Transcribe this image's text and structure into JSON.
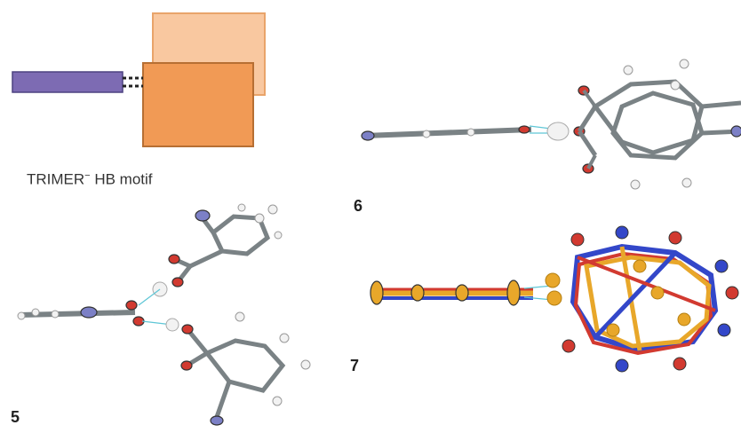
{
  "motif": {
    "caption_main": "TRIMER",
    "caption_sup": "−",
    "caption_rest": " HB motif",
    "colors": {
      "bar": "#7d6bb3",
      "front_box": "#f19a55",
      "back_box": "#f9c8a0",
      "box_edge": "#c97b3b"
    }
  },
  "labels": {
    "l5": "5",
    "l6": "6",
    "l7": "7"
  },
  "atom_colors": {
    "carbon": "#8a9396",
    "oxygen": "#d23a30",
    "nitrogen": "#7c80c6",
    "hydrogen": "#f2f2f2",
    "overlay_a": "#e8a72a",
    "overlay_b": "#3347c9"
  }
}
